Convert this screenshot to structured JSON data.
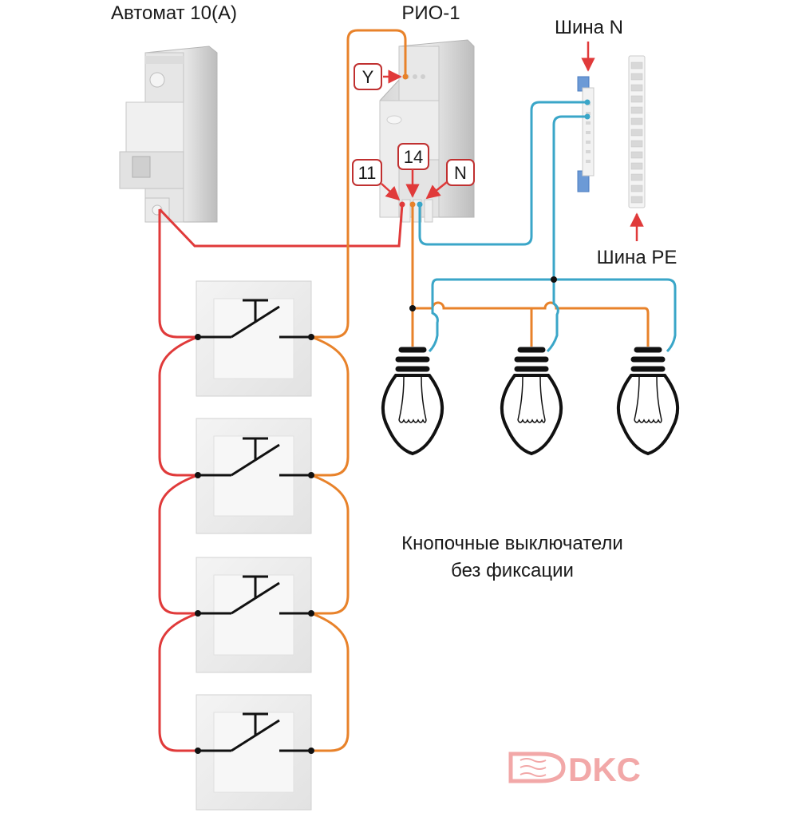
{
  "labels": {
    "breaker": "Автомат 10(А)",
    "relay": "РИО-1",
    "bus_n": "Шина N",
    "bus_pe": "Шина PE",
    "switches_caption_line1": "Кнопочные выключатели",
    "switches_caption_line2": "без фиксации"
  },
  "terminals": {
    "y": "Y",
    "t11": "11",
    "t14": "14",
    "n": "N"
  },
  "logo": "DKC",
  "colors": {
    "phase_wire": "#e03a3a",
    "switched_wire": "#e8822a",
    "neutral_wire": "#3aa6c8",
    "callout_arrow": "#e03a3a",
    "logo": "#f2a8a8"
  },
  "counts": {
    "push_buttons": 4,
    "lamps": 3
  }
}
